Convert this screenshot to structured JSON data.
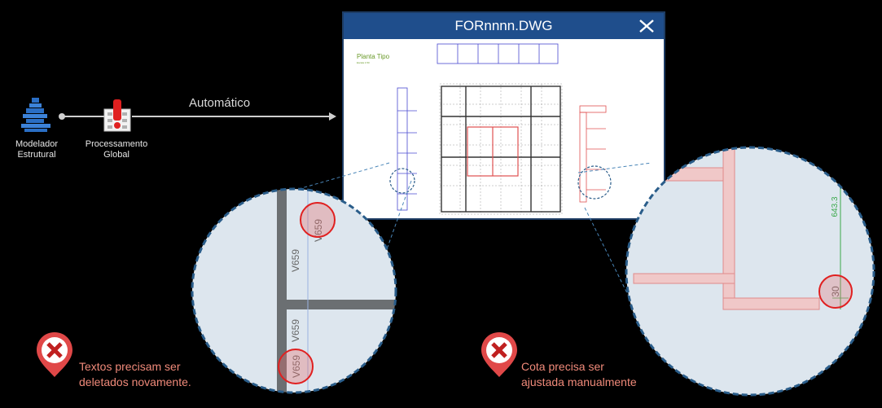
{
  "flow": {
    "node1_label_line1": "Modelador",
    "node1_label_line2": "Estrutural",
    "node2_label_line1": "Processamento",
    "node2_label_line2": "Global",
    "arrow_label": "Automático"
  },
  "drawing": {
    "window_title": "FORnnnn.DWG",
    "sheet_title": "Planta Tipo",
    "sheet_subtitle": "Escala 1:50"
  },
  "left_zoom": {
    "labels": [
      "V659",
      "V659",
      "V659",
      "V659"
    ]
  },
  "right_zoom": {
    "dim_vertical": "643.3",
    "dim_callout": "30"
  },
  "warnings": [
    {
      "line1": "Textos precisam ser",
      "line2": "deletados novamente."
    },
    {
      "line1": "Cota precisa ser",
      "line2": "ajustada manualmente"
    }
  ],
  "colors": {
    "accent_blue": "#1f4e8c",
    "warning_red": "#e05050",
    "circle_fill": "#dde6ee",
    "dashed_border": "#2a5d8a"
  }
}
